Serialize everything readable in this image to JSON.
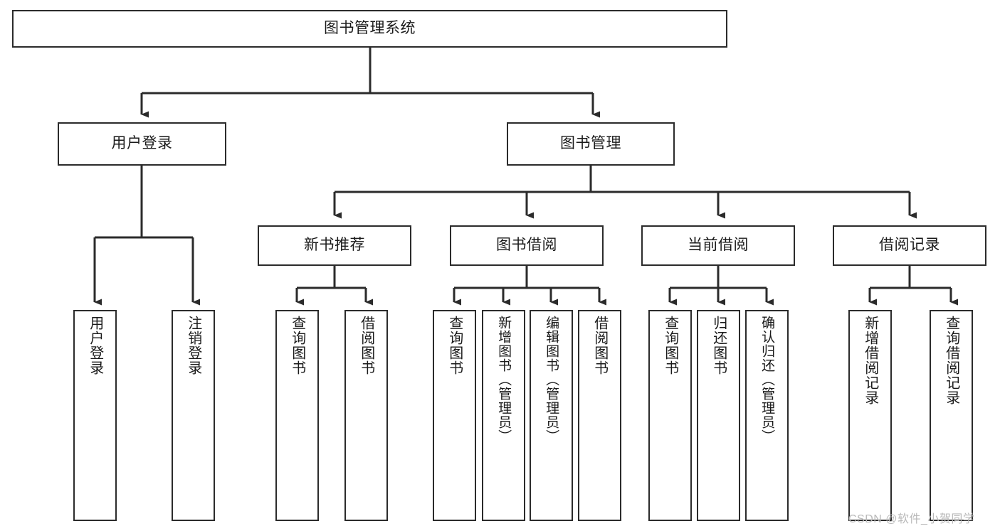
{
  "diagram": {
    "title_box": {
      "label": "图书管理系统"
    },
    "level1": [
      {
        "id": "user-login",
        "label": "用户登录"
      },
      {
        "id": "book-management",
        "label": "图书管理"
      }
    ],
    "level2": [
      {
        "id": "new-book-recommend",
        "label": "新书推荐"
      },
      {
        "id": "book-borrow",
        "label": "图书借阅"
      },
      {
        "id": "current-borrow",
        "label": "当前借阅"
      },
      {
        "id": "borrow-record",
        "label": "借阅记录"
      }
    ],
    "leaves": {
      "user_login": [
        {
          "id": "leaf-user-login",
          "label": "用户登录"
        },
        {
          "id": "leaf-logout-login",
          "label": "注销登录"
        }
      ],
      "new_book_recommend": [
        {
          "id": "leaf-query-book-1",
          "label": "查询图书"
        },
        {
          "id": "leaf-borrow-book-1",
          "label": "借阅图书"
        }
      ],
      "book_borrow": [
        {
          "id": "leaf-query-book-2",
          "label": "查询图书"
        },
        {
          "id": "leaf-add-book",
          "label": "新增图书（管理员）"
        },
        {
          "id": "leaf-edit-book",
          "label": "编辑图书（管理员）"
        },
        {
          "id": "leaf-borrow-book-2",
          "label": "借阅图书"
        }
      ],
      "current_borrow": [
        {
          "id": "leaf-query-book-3",
          "label": "查询图书"
        },
        {
          "id": "leaf-return-book",
          "label": "归还图书"
        },
        {
          "id": "leaf-confirm-return",
          "label": "确认归还（管理员）"
        }
      ],
      "borrow_record": [
        {
          "id": "leaf-add-record",
          "label": "新增借阅记录"
        },
        {
          "id": "leaf-query-record",
          "label": "查询借阅记录"
        }
      ]
    },
    "watermark": "CSDN @软件_小贺同学",
    "colors": {
      "stroke": "#2b2b2b",
      "background": "#ffffff",
      "text": "#1a1a1a",
      "watermark": "#b9b9b9"
    }
  }
}
